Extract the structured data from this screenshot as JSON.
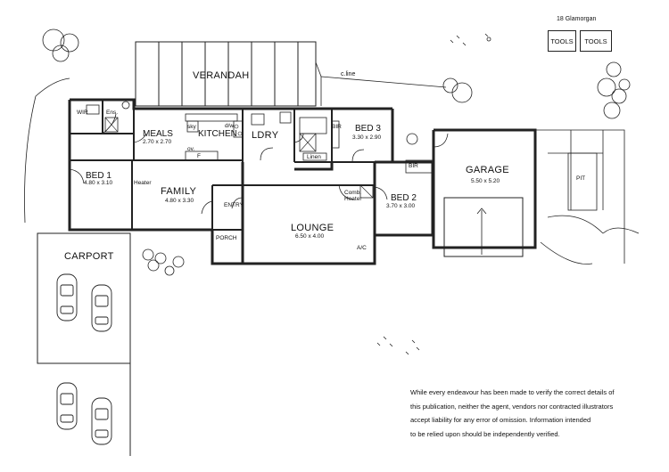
{
  "address": "18 Glamorgan",
  "tools": [
    "TOOLS",
    "TOOLS"
  ],
  "labels": {
    "verandah": "VERANDAH",
    "cline": "c.line",
    "wir": "WIR",
    "ens": "Ens.",
    "meals": "MEALS",
    "meals_dim": "2.70 x 2.70",
    "sky": "sky",
    "kitchen": "KITCHEN",
    "dw": "d/w",
    "ldry": "LDRY",
    "bed3": "BED 3",
    "bed3_dim": "3.30 x 2.90",
    "bir": "BIR",
    "linen": "Linen",
    "ov": "ov.",
    "fridge": "F",
    "bed1": "BED 1",
    "bed1_dim": "4.80 x 3.10",
    "heater": "Heater",
    "family": "FAMILY",
    "family_dim": "4.80 x 3.30",
    "entry": "ENTRY",
    "porch": "PORCH",
    "lounge": "LOUNGE",
    "lounge_dim": "6.50 x 4.00",
    "ac": "A/C",
    "comb_heater": "Comb.\nHeater",
    "bed2": "BED 2",
    "bed2_dim": "3.70 x 3.00",
    "bir2": "BIR",
    "garage": "GARAGE",
    "garage_dim": "5.50 x 5.20",
    "pit": "PIT",
    "carport": "CARPORT"
  },
  "disclaimer": [
    "While every endeavour has been made to verify the correct details of",
    "this publication, neither the agent, vendors nor contracted illustrators",
    "accept liability for any error of omission. Information intended",
    "to be relied upon should be independently verified."
  ]
}
